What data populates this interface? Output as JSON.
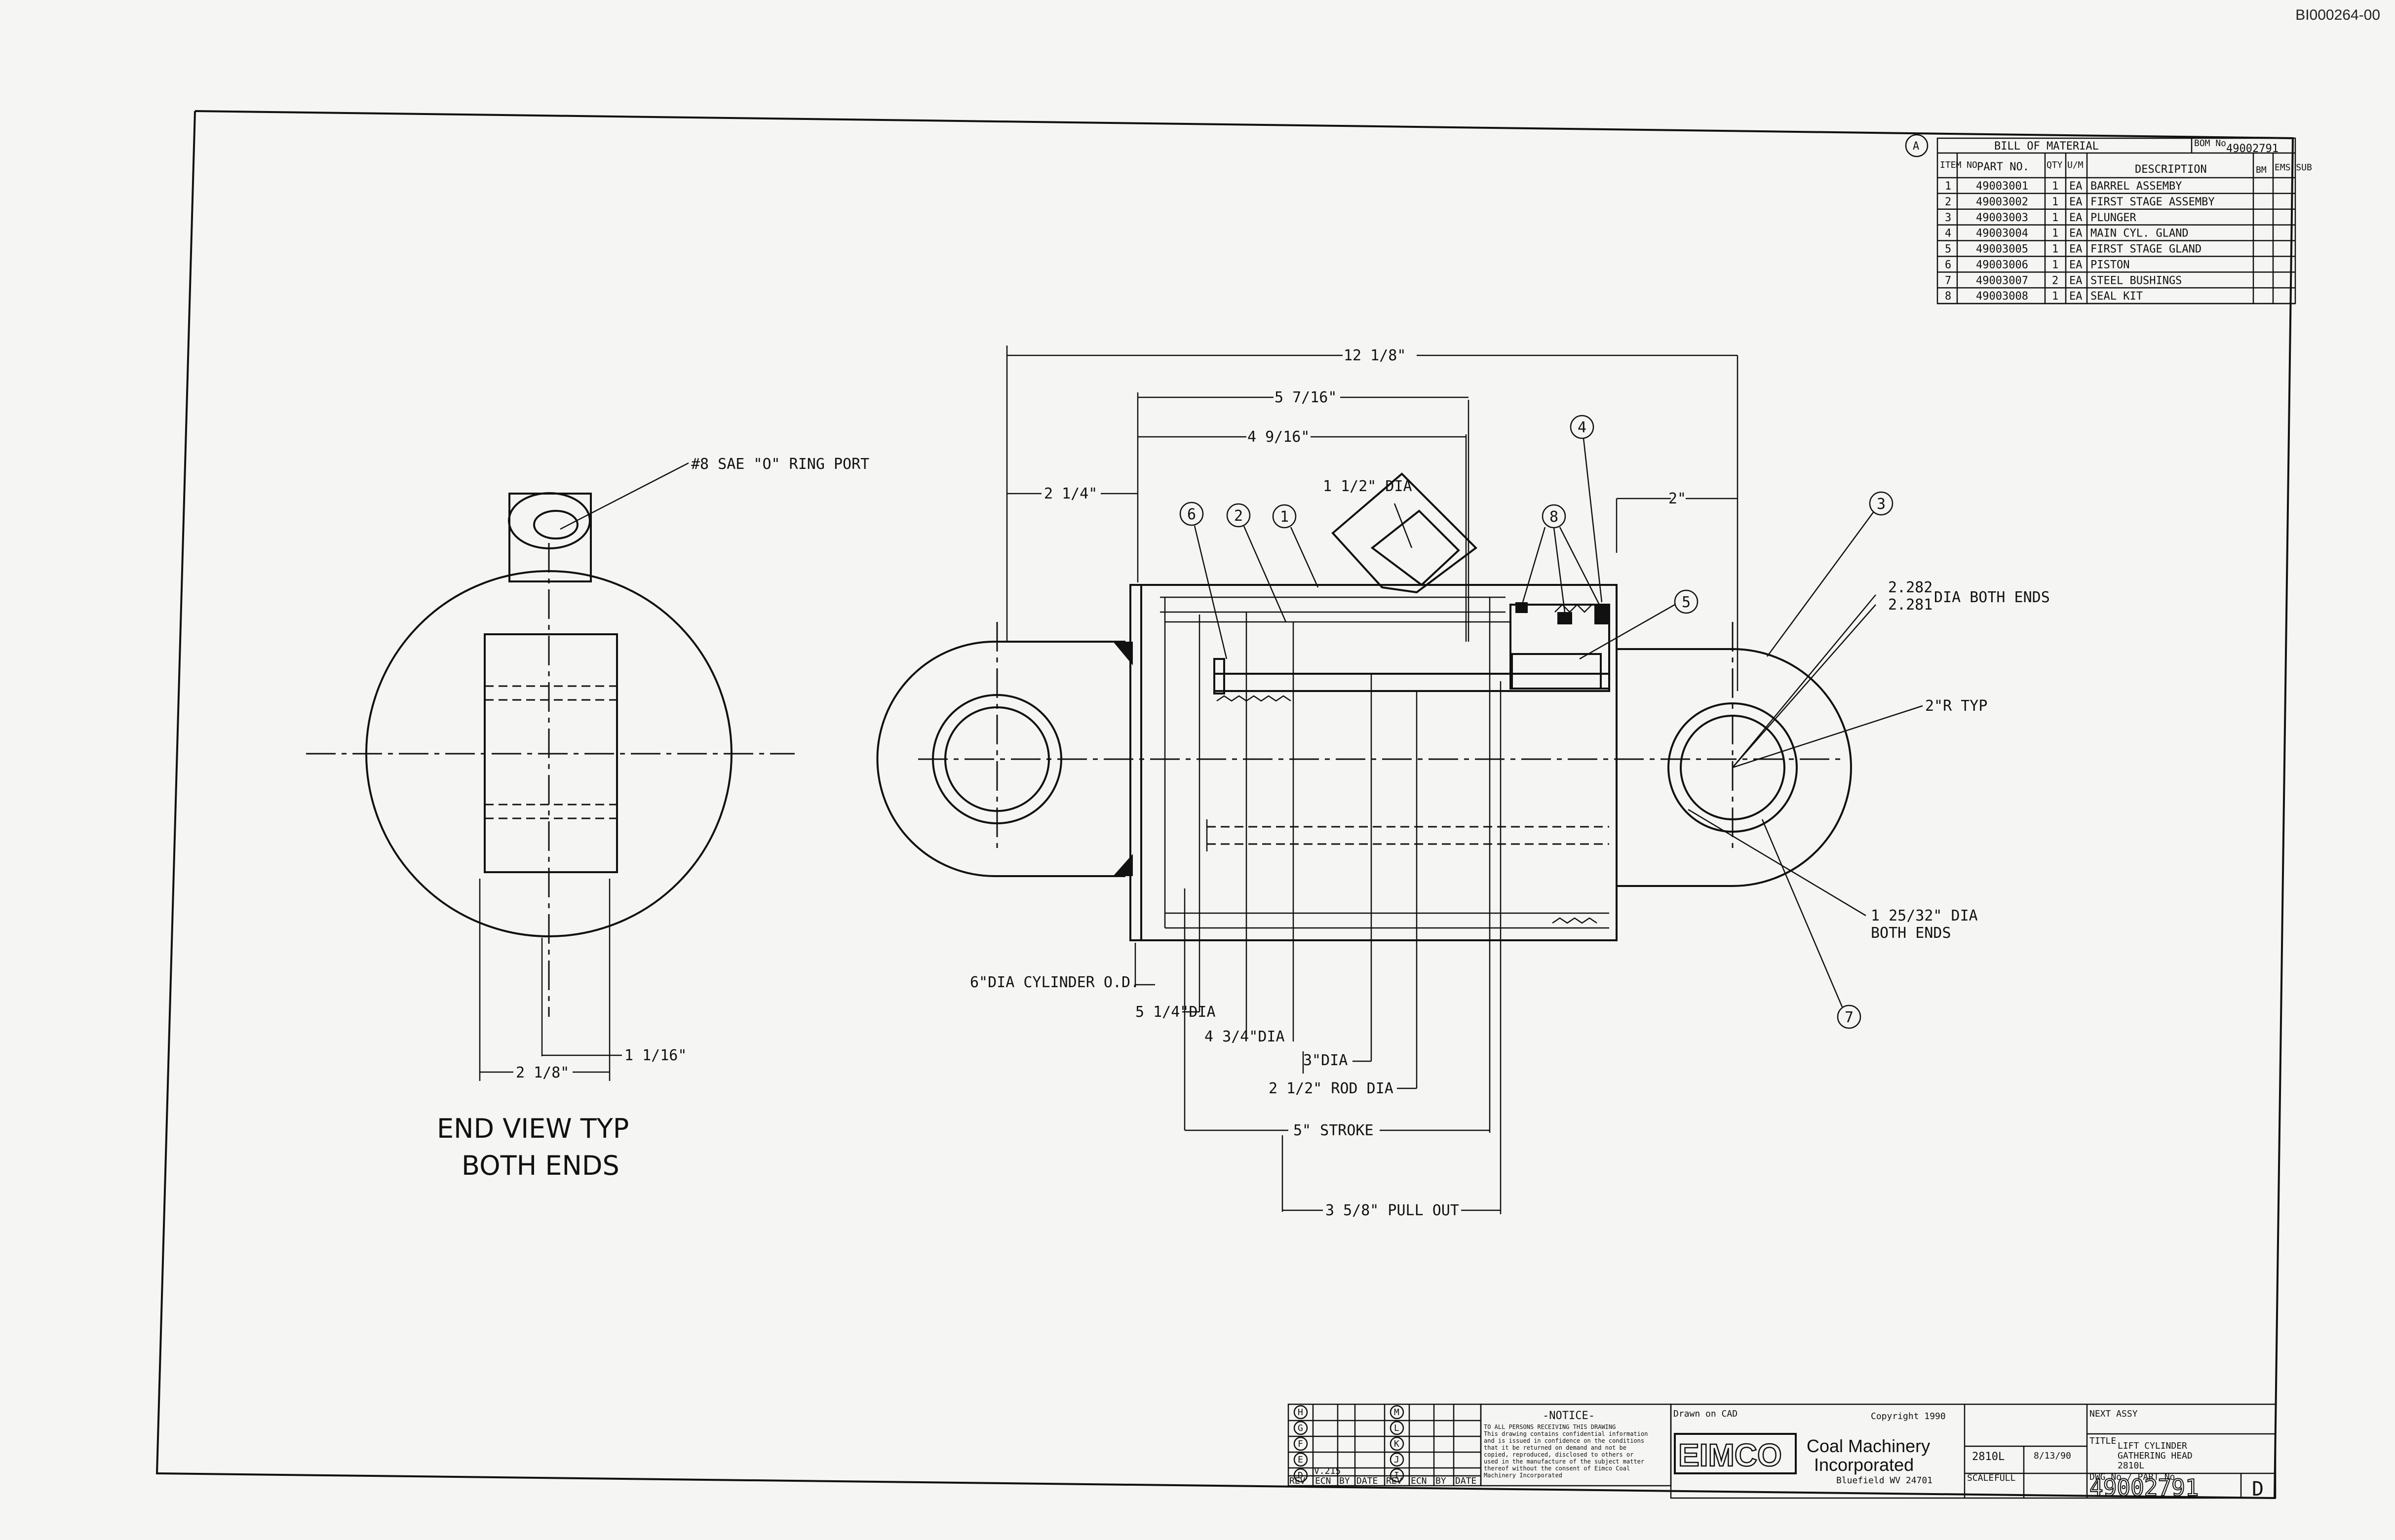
{
  "document_id": "BI000264-00",
  "end_view": {
    "port_label": "#8 SAE \"O\" RING PORT",
    "width_dim": "2 1/8\"",
    "offset_dim": "1 1/16\"",
    "title_line1": "END VIEW TYP",
    "title_line2": "BOTH ENDS"
  },
  "main_view": {
    "dims": {
      "overall": "12 1/8\"",
      "d_5_7_16": "5 7/16\"",
      "d_4_9_16": "4 9/16\"",
      "d_2_1_4": "2 1/4\"",
      "d_2": "2\"",
      "port_dia": "1 1/2\" DIA",
      "pin_dia_top": "2.282",
      "pin_dia_bottom": "2.281",
      "pin_dia_suffix": "DIA BOTH ENDS",
      "radius": "2\"R TYP",
      "bore_dia_line1": "1 25/32\" DIA",
      "bore_dia_line2": "BOTH ENDS",
      "cyl_od": "6\"DIA CYLINDER O.D.",
      "d_5_1_4": "5 1/4\"DIA",
      "d_4_3_4": "4 3/4\"DIA",
      "d_3": "3\"DIA",
      "rod": "2 1/2\" ROD DIA",
      "stroke": "5\" STROKE",
      "pull_out": "3 5/8\" PULL OUT"
    },
    "balloons": [
      "1",
      "2",
      "3",
      "4",
      "5",
      "6",
      "7",
      "8"
    ]
  },
  "bom": {
    "revision_marker": "A",
    "title": "BILL OF MATERIAL",
    "bom_no_label": "BOM No",
    "bom_no": "49002791",
    "headers": [
      "ITEM NO",
      "PART NO.",
      "QTY",
      "U/M",
      "DESCRIPTION",
      "BM",
      "EMS SUB"
    ],
    "rows": [
      {
        "item": "1",
        "part": "49003001",
        "qty": "1",
        "um": "EA",
        "desc": "BARREL ASSEMBY"
      },
      {
        "item": "2",
        "part": "49003002",
        "qty": "1",
        "um": "EA",
        "desc": "FIRST STAGE ASSEMBY"
      },
      {
        "item": "3",
        "part": "49003003",
        "qty": "1",
        "um": "EA",
        "desc": "PLUNGER"
      },
      {
        "item": "4",
        "part": "49003004",
        "qty": "1",
        "um": "EA",
        "desc": "MAIN CYL. GLAND"
      },
      {
        "item": "5",
        "part": "49003005",
        "qty": "1",
        "um": "EA",
        "desc": "FIRST STAGE GLAND"
      },
      {
        "item": "6",
        "part": "49003006",
        "qty": "1",
        "um": "EA",
        "desc": "PISTON"
      },
      {
        "item": "7",
        "part": "49003007",
        "qty": "2",
        "um": "EA",
        "desc": "STEEL BUSHINGS"
      },
      {
        "item": "8",
        "part": "49003008",
        "qty": "1",
        "um": "EA",
        "desc": "SEAL KIT"
      }
    ]
  },
  "revision_block": {
    "markers_left": [
      "H",
      "G",
      "F",
      "E",
      "D"
    ],
    "markers_right": [
      "M",
      "L",
      "K",
      "J",
      "I"
    ],
    "entry": "V.215",
    "headers": [
      "REV",
      "ECN",
      "BY",
      "DATE",
      "REV",
      "ECN",
      "BY",
      "DATE"
    ]
  },
  "notice": {
    "title": "-NOTICE-",
    "lines": [
      "TO ALL PERSONS RECEIVING THIS DRAWING",
      "This drawing contains confidential information",
      "and is issued in confidence on the conditions",
      "that it be returned on demand and not be",
      "copied, reproduced, disclosed to others or",
      "used in the manufacture of the subject matter",
      "thereof without the consent of Eimco Coal",
      "Machinery Incorporated"
    ]
  },
  "title_block": {
    "drawn_on": "Drawn on CAD",
    "copyright": "Copyright 1990",
    "logo": "EIMCO",
    "company_line1": "Coal Machinery",
    "company_line2": "Incorporated",
    "location": "Bluefield WV 24701",
    "model": "2810L",
    "date": "8/13/90",
    "scale_label": "SCALE",
    "scale": "FULL",
    "next_assy_label": "NEXT ASSY",
    "title_label": "TITLE",
    "title_line1": "LIFT CYLINDER",
    "title_line2": "GATHERING HEAD",
    "title_line3": "2810L",
    "dwg_no_label": "DWG No / PART No",
    "dwg_no": "49002791",
    "size": "D"
  }
}
